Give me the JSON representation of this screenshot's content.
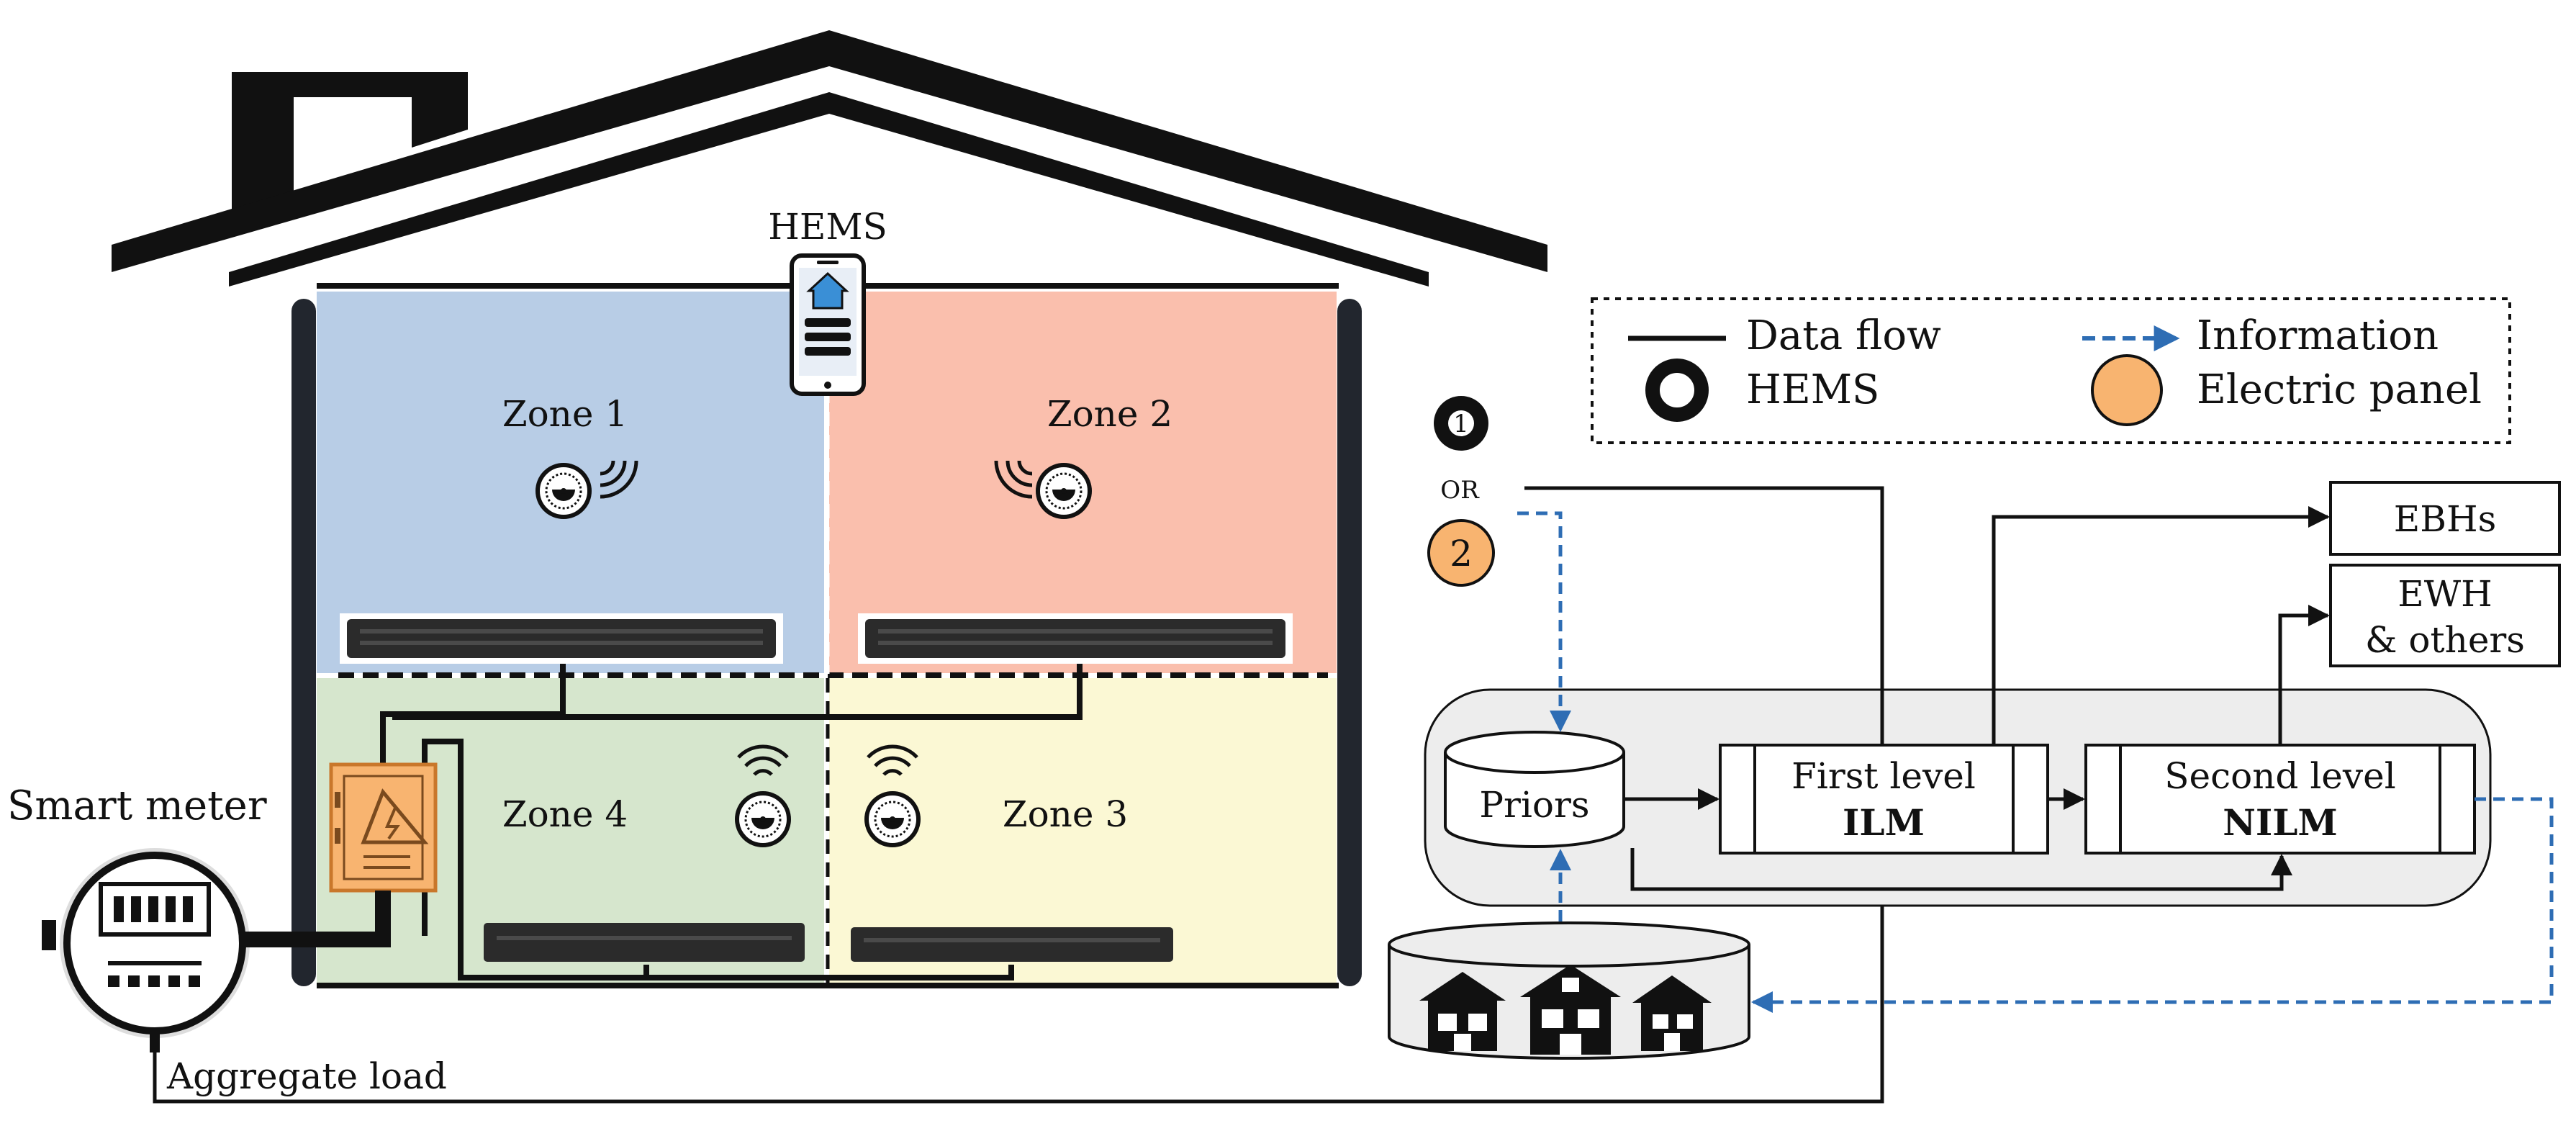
{
  "labels": {
    "hems": "HEMS",
    "smart_meter": "Smart meter",
    "aggregate_load": "Aggregate load",
    "or": "OR",
    "option_1": "1",
    "option_2": "2"
  },
  "zones": [
    {
      "name": "Zone 1",
      "color": "#b8cde6"
    },
    {
      "name": "Zone 2",
      "color": "#fabfad"
    },
    {
      "name": "Zone 3",
      "color": "#fbf8d4"
    },
    {
      "name": "Zone 4",
      "color": "#d6e6cd"
    }
  ],
  "legend": {
    "data_flow": "Data flow",
    "hems": "HEMS",
    "information": "Information",
    "electric_panel": "Electric panel"
  },
  "blocks": {
    "priors": "Priors",
    "first_level_title": "First level",
    "first_level_name": "ILM",
    "second_level_title": "Second level",
    "second_level_name": "NILM",
    "ebhs": "EBHs",
    "ewh_line1": "EWH",
    "ewh_line2": "& others"
  },
  "colors": {
    "information_arrow": "#2e6db4",
    "electric_panel": "#f8b470",
    "electric_panel_dark": "#c9772b"
  }
}
